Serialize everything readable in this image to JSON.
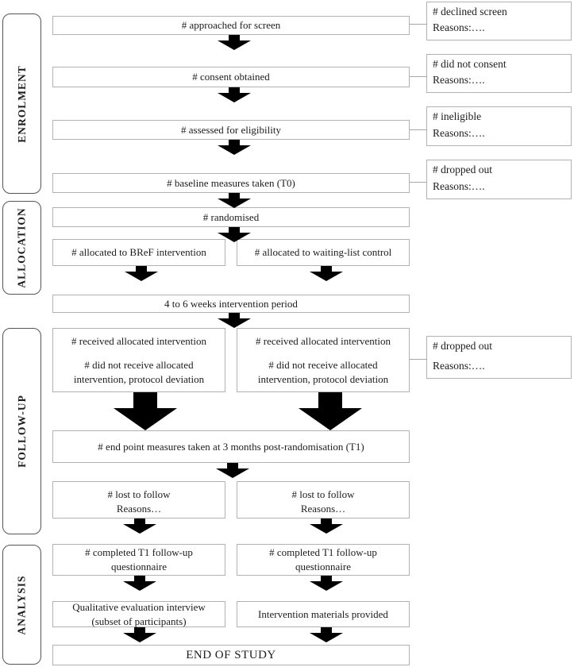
{
  "phases": {
    "enrolment": "ENROLMENT",
    "allocation": "ALLOCATION",
    "followup": "FOLLOW-UP",
    "analysis": "ANALYSIS"
  },
  "main": {
    "approached": "# approached for screen",
    "consent": "# consent obtained",
    "eligibility": "# assessed for eligibility",
    "baseline": "# baseline measures taken (T0)",
    "randomised": "# randomised",
    "allocated_left": "# allocated to BReF intervention",
    "allocated_right": "# allocated to waiting-list control",
    "weeks": "4 to 6 weeks intervention period",
    "received": {
      "line1": "# received allocated intervention",
      "line2": "# did not receive allocated intervention, protocol deviation"
    },
    "endpoint": "# end point measures taken at 3 months post-randomisation (T1)",
    "lost": {
      "line1": "# lost to follow",
      "line2": "Reasons…"
    },
    "completed": "# completed T1 follow-up questionnaire",
    "qualitative": {
      "line1": "Qualitative evaluation interview",
      "line2": "(subset of participants)"
    },
    "materials": "Intervention materials provided",
    "end_of_study": "END OF STUDY"
  },
  "side": {
    "declined": {
      "title": "# declined screen",
      "reasons": "Reasons:…."
    },
    "no_consent": {
      "title": "# did not consent",
      "reasons": "Reasons:…."
    },
    "ineligible": {
      "title": "# ineligible",
      "reasons": "Reasons:…."
    },
    "dropped1": {
      "title": "# dropped out",
      "reasons": "Reasons:…."
    },
    "dropped2": {
      "title": "# dropped out",
      "reasons": "Reasons:…."
    }
  },
  "colors": {
    "box_border": "#b2b2b2",
    "phase_border": "#555555",
    "arrow_stroke": "#d2d2d2",
    "connector": "#a8a8a8",
    "text": "#1c1c1c",
    "background": "#ffffff"
  }
}
